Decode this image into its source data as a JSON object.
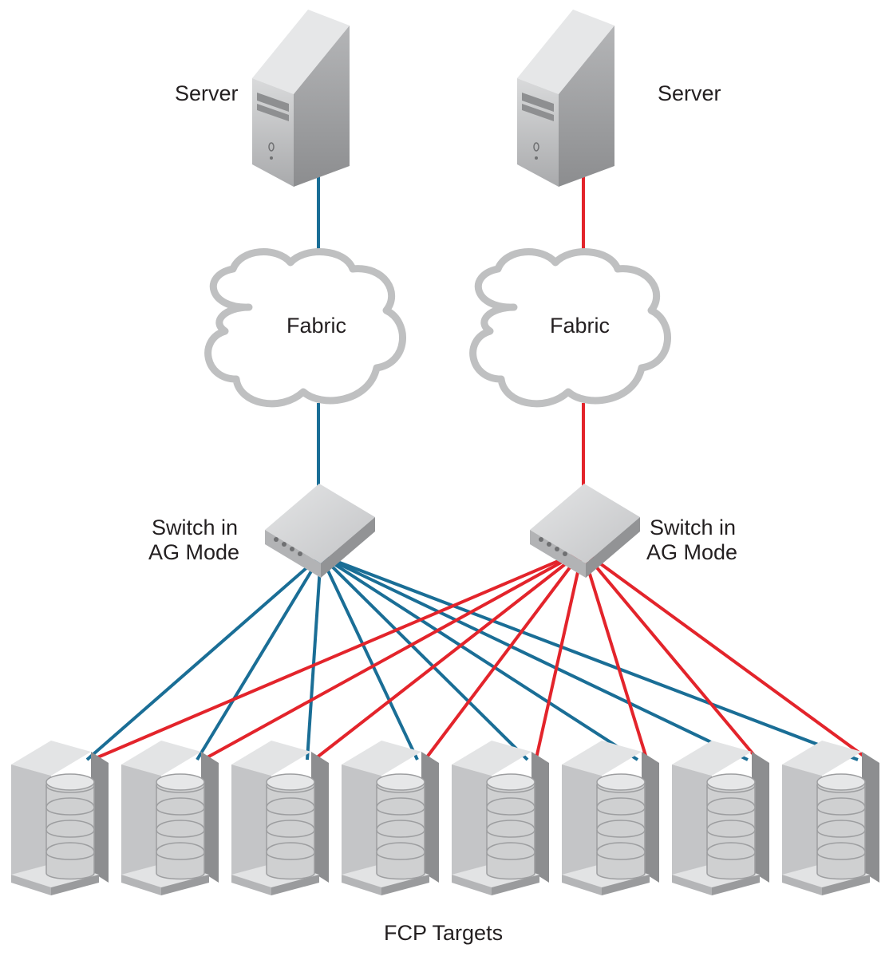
{
  "labels": {
    "server_left": "Server",
    "server_right": "Server",
    "fabric_left": "Fabric",
    "fabric_right": "Fabric",
    "switch_left_line1": "Switch in",
    "switch_left_line2": "AG Mode",
    "switch_right_line1": "Switch in",
    "switch_right_line2": "AG Mode",
    "targets": "FCP Targets"
  },
  "colors": {
    "left_link": "#1a6e96",
    "right_link": "#e3242b",
    "device_gray": "#c9cacb",
    "cloud_fill": "#ffffff",
    "cloud_shadow": "#bfc0c1"
  },
  "icons": {
    "server": "tower-server-icon",
    "fabric": "cloud-icon",
    "switch": "ag-switch-icon",
    "target": "storage-disk-array-icon"
  },
  "topology": {
    "target_count": 8,
    "left_switch_links": 8,
    "right_switch_links": 8
  }
}
